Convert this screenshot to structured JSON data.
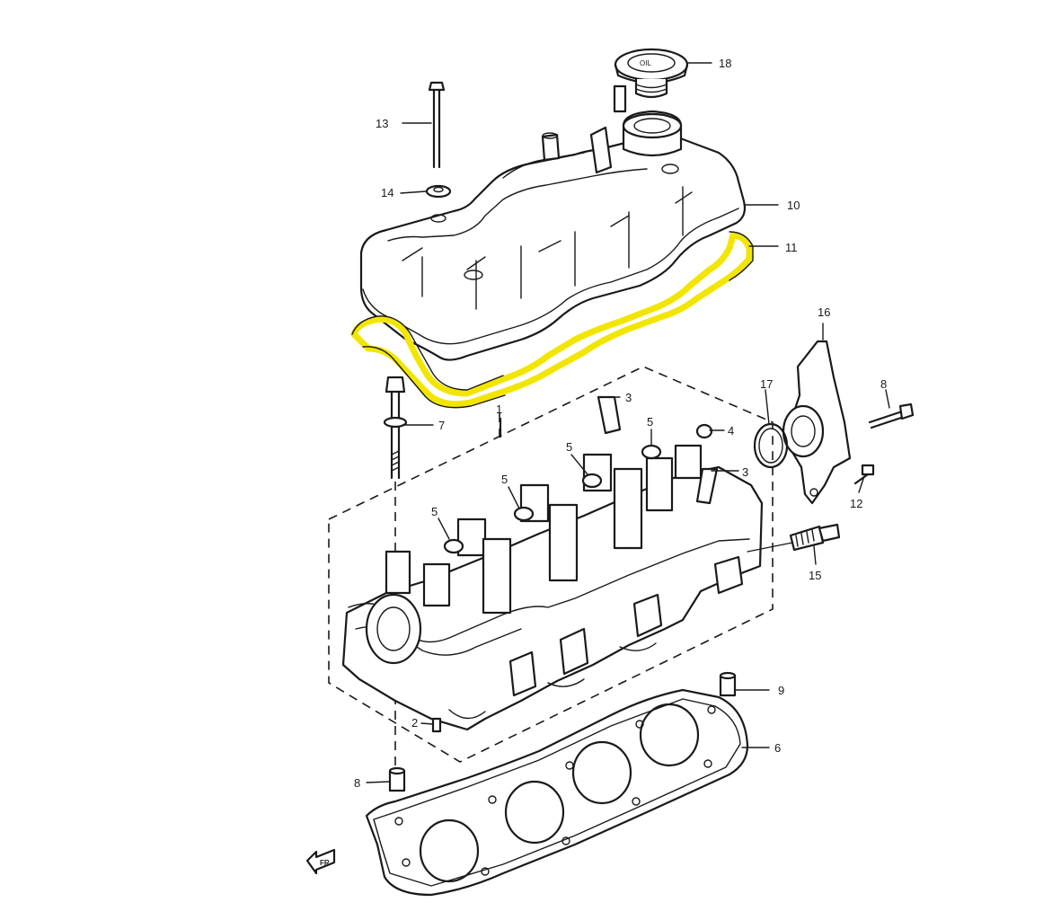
{
  "diagram": {
    "highlight_color": "#f2e600",
    "line_color": "#1a1a1a",
    "callouts": [
      {
        "id": "c1",
        "label": "1"
      },
      {
        "id": "c2",
        "label": "2"
      },
      {
        "id": "c3a",
        "label": "3"
      },
      {
        "id": "c3b",
        "label": "3"
      },
      {
        "id": "c4",
        "label": "4"
      },
      {
        "id": "c5a",
        "label": "5"
      },
      {
        "id": "c5b",
        "label": "5"
      },
      {
        "id": "c5c",
        "label": "5"
      },
      {
        "id": "c5d",
        "label": "5"
      },
      {
        "id": "c6",
        "label": "6"
      },
      {
        "id": "c7",
        "label": "7"
      },
      {
        "id": "c8a",
        "label": "8"
      },
      {
        "id": "c8b",
        "label": "8"
      },
      {
        "id": "c9",
        "label": "9"
      },
      {
        "id": "c10",
        "label": "10"
      },
      {
        "id": "c11",
        "label": "11"
      },
      {
        "id": "c12",
        "label": "12"
      },
      {
        "id": "c13",
        "label": "13"
      },
      {
        "id": "c14",
        "label": "14"
      },
      {
        "id": "c15",
        "label": "15"
      },
      {
        "id": "c16",
        "label": "16"
      },
      {
        "id": "c17",
        "label": "17"
      },
      {
        "id": "c18",
        "label": "18"
      }
    ],
    "cap_text": "OIL",
    "front_marker": "FR"
  }
}
